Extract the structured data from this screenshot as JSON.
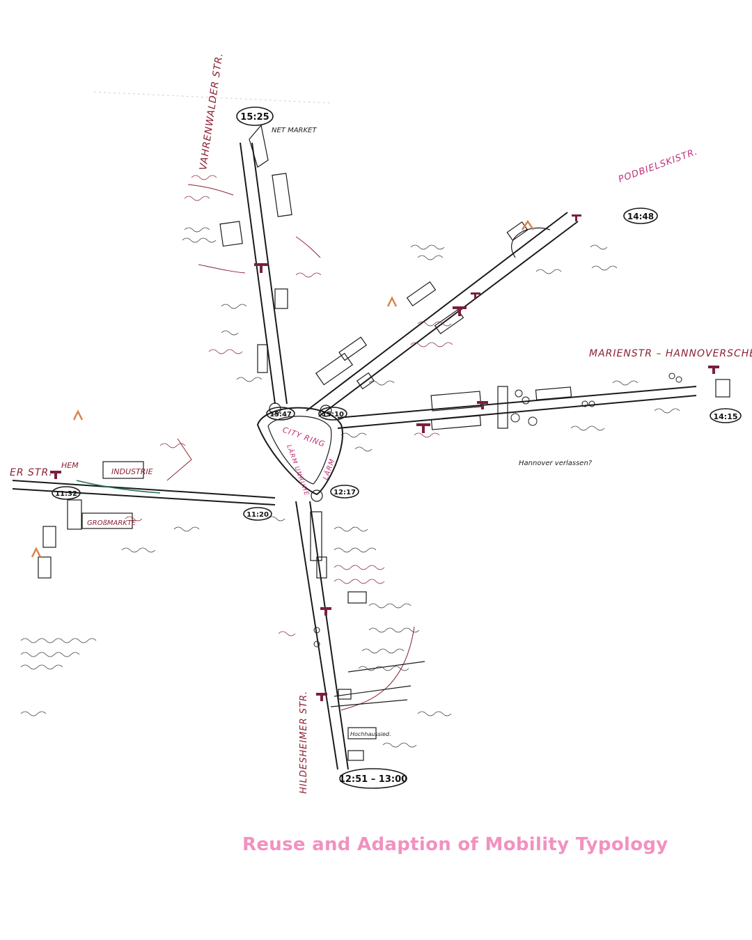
{
  "caption": "Reuse and Adaption of Mobility Typology",
  "streets": {
    "north": "VAHRENWALDER STR.",
    "northeast": "PODBIELSKISTR.",
    "east": "MARIENSTR – HANNOVERSCHE STR.",
    "west": "ER STR.",
    "south": "HILDESHEIMER STR."
  },
  "times": {
    "north": "15:25",
    "northeast": "14:48",
    "east": "14:15",
    "west": "11:32",
    "south": "12:51 – 13:00",
    "center_nw": "15:47",
    "center_ne": "15:10",
    "center_sw": "11:20",
    "center_se": "12:17"
  },
  "labels": {
    "netmarket": "NET MARKET",
    "city_ring": "CITY RING",
    "laerm": "LÄRM",
    "laerm_unruhe": "LÄRM UNRUHE",
    "industrie": "INDUSTRIE",
    "grossmarkte": "GROßMARKTE",
    "hem": "HEM",
    "hannover_verlassen": "Hannover verlassen?",
    "hochhaus": "Hochhaussied."
  },
  "colors": {
    "ink": "#1a1a1a",
    "red_ink": "#8a2233",
    "pink_ink": "#c0307a",
    "green_ink": "#1f6e55",
    "orange": "#d9824a",
    "caption": "#f291c0",
    "tram_marker": "#7a1f3d"
  },
  "icons": [
    "tram-stop-icon",
    "arrow-icon",
    "tree-icon"
  ]
}
